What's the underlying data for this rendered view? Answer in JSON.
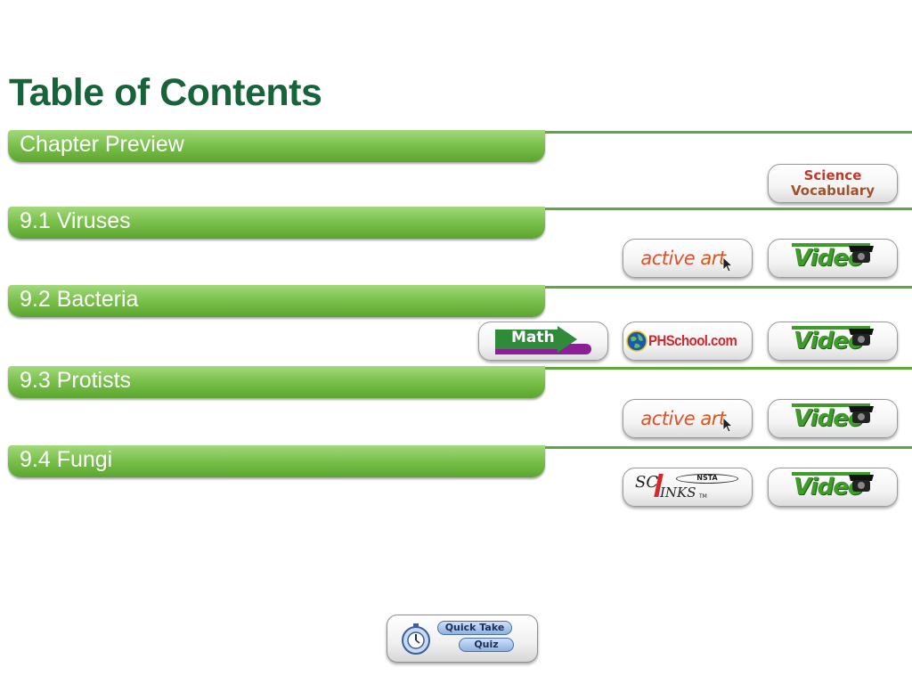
{
  "page": {
    "title": "Table of Contents"
  },
  "sections": [
    {
      "label": "Chapter Preview"
    },
    {
      "label": "9.1 Viruses"
    },
    {
      "label": "9.2 Bacteria"
    },
    {
      "label": "9.3 Protists"
    },
    {
      "label": "9.4 Fungi"
    }
  ],
  "buttons": {
    "science_vocabulary": {
      "line1": "Science",
      "line2": "Vocabulary"
    },
    "active_art": {
      "active": "active",
      "art": "art"
    },
    "video": {
      "label": "Video"
    },
    "math": {
      "label": "Math"
    },
    "phschool": {
      "label": "PHSchool.com"
    },
    "scilinks": {
      "sc": "SC",
      "inks": "INKS",
      "tm": "TM",
      "nsta": "NSTA"
    },
    "quiz": {
      "line1": "Quick Take",
      "line2": "Quiz"
    }
  },
  "colors": {
    "title": "#17643a",
    "section_bar": "#7cc24e",
    "section_line": "#5ea93a"
  }
}
